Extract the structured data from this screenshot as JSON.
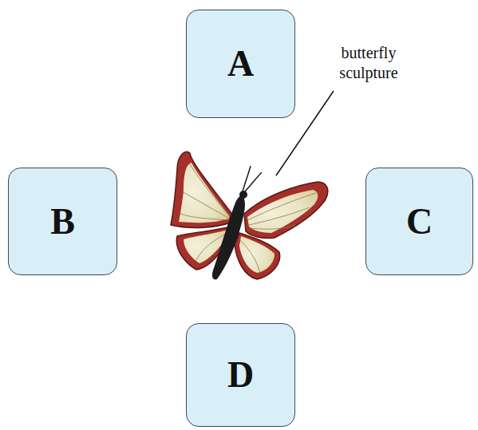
{
  "diagram": {
    "nodes": [
      {
        "text": [
          "A"
        ]
      },
      {
        "text": [
          "B"
        ]
      },
      {
        "text": [
          "C"
        ]
      },
      {
        "text": [
          "D"
        ]
      }
    ],
    "labels": [
      "butterfly sculpture"
    ]
  }
}
